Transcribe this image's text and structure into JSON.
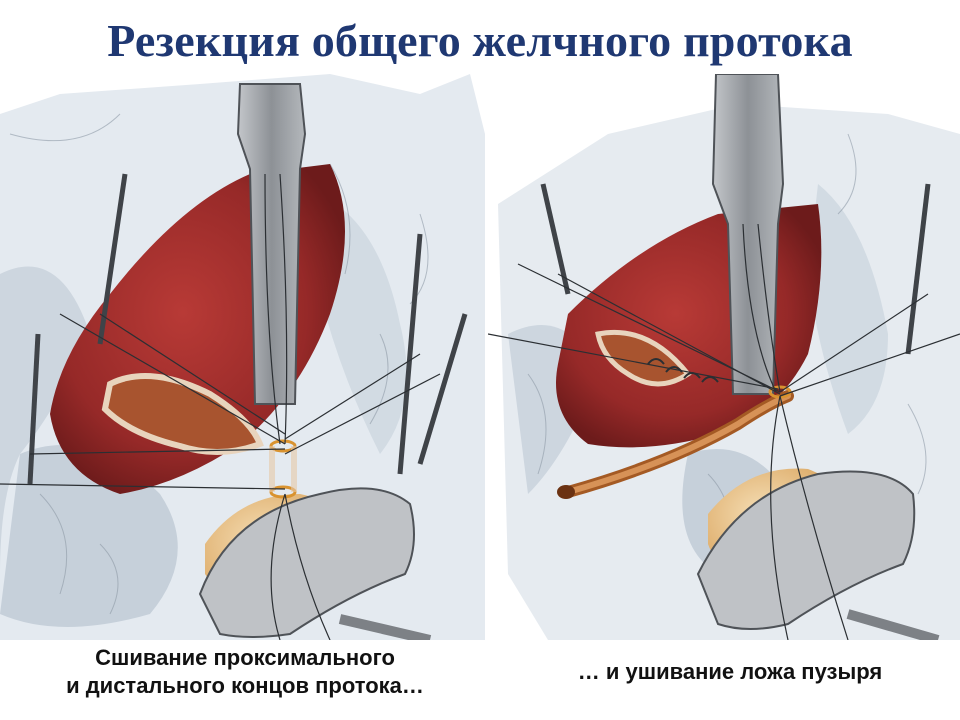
{
  "slide": {
    "title": "Резекция общего желчного протока"
  },
  "figures": [
    {
      "name": "left-surgical-illustration",
      "caption_lines": [
        "Сшивание проксимального",
        "и дистального концов протока…"
      ]
    },
    {
      "name": "right-surgical-illustration",
      "caption_lines": [
        "… и ушивание ложа пузыря"
      ]
    }
  ],
  "colors": {
    "title": "#1f3872",
    "liver": "#9b2b2b",
    "tissue": "#c9d3dc",
    "instrument": "#9a9ea3",
    "drain_tube": "#c27a3d"
  }
}
